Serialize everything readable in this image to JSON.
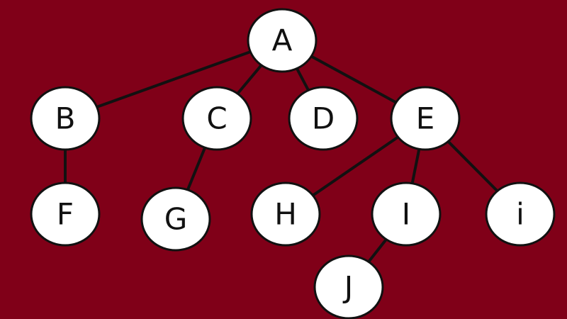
{
  "diagram": {
    "type": "tree",
    "background_color": "#800018",
    "node_fill": "#ffffff",
    "line_color": "#111111",
    "nodes": [
      {
        "id": "A",
        "label": "A"
      },
      {
        "id": "B",
        "label": "B"
      },
      {
        "id": "C",
        "label": "C"
      },
      {
        "id": "D",
        "label": "D"
      },
      {
        "id": "E",
        "label": "E"
      },
      {
        "id": "F",
        "label": "F"
      },
      {
        "id": "G",
        "label": "G"
      },
      {
        "id": "H",
        "label": "H"
      },
      {
        "id": "I",
        "label": "I"
      },
      {
        "id": "i",
        "label": "i"
      },
      {
        "id": "J",
        "label": "J"
      }
    ],
    "edges": [
      {
        "from": "A",
        "to": "B"
      },
      {
        "from": "A",
        "to": "C"
      },
      {
        "from": "A",
        "to": "D"
      },
      {
        "from": "A",
        "to": "E"
      },
      {
        "from": "B",
        "to": "F"
      },
      {
        "from": "C",
        "to": "G"
      },
      {
        "from": "E",
        "to": "H"
      },
      {
        "from": "E",
        "to": "I"
      },
      {
        "from": "E",
        "to": "i"
      },
      {
        "from": "I",
        "to": "J"
      }
    ]
  }
}
